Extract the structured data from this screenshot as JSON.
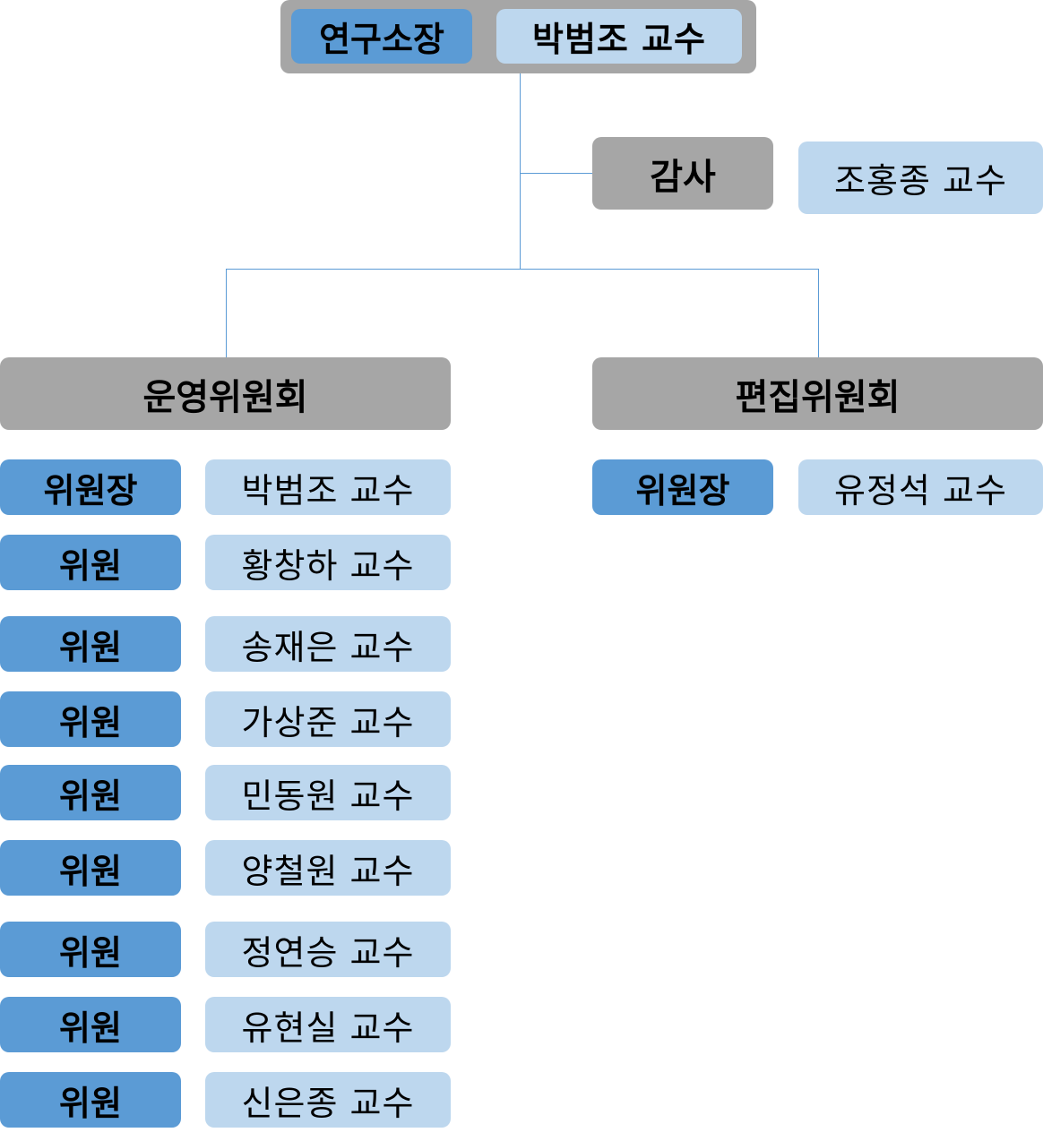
{
  "director": {
    "title": "연구소장",
    "name": "박범조 교수"
  },
  "auditor": {
    "title": "감사",
    "name": "조홍종 교수"
  },
  "committees": {
    "operating": {
      "name": "운영위원회",
      "members": [
        {
          "role": "위원장",
          "name": "박범조 교수"
        },
        {
          "role": "위원",
          "name": "황창하 교수"
        },
        {
          "role": "위원",
          "name": "송재은 교수"
        },
        {
          "role": "위원",
          "name": "가상준 교수"
        },
        {
          "role": "위원",
          "name": "민동원 교수"
        },
        {
          "role": "위원",
          "name": "양철원 교수"
        },
        {
          "role": "위원",
          "name": "정연승 교수"
        },
        {
          "role": "위원",
          "name": "유현실 교수"
        },
        {
          "role": "위원",
          "name": "신은종 교수"
        }
      ]
    },
    "editorial": {
      "name": "편집위원회",
      "members": [
        {
          "role": "위원장",
          "name": "유정석 교수"
        }
      ]
    }
  },
  "colors": {
    "role_box": "#5b9bd5",
    "name_box": "#bdd7ee",
    "header_box": "#a6a6a6",
    "connector": "#5b9bd5"
  }
}
